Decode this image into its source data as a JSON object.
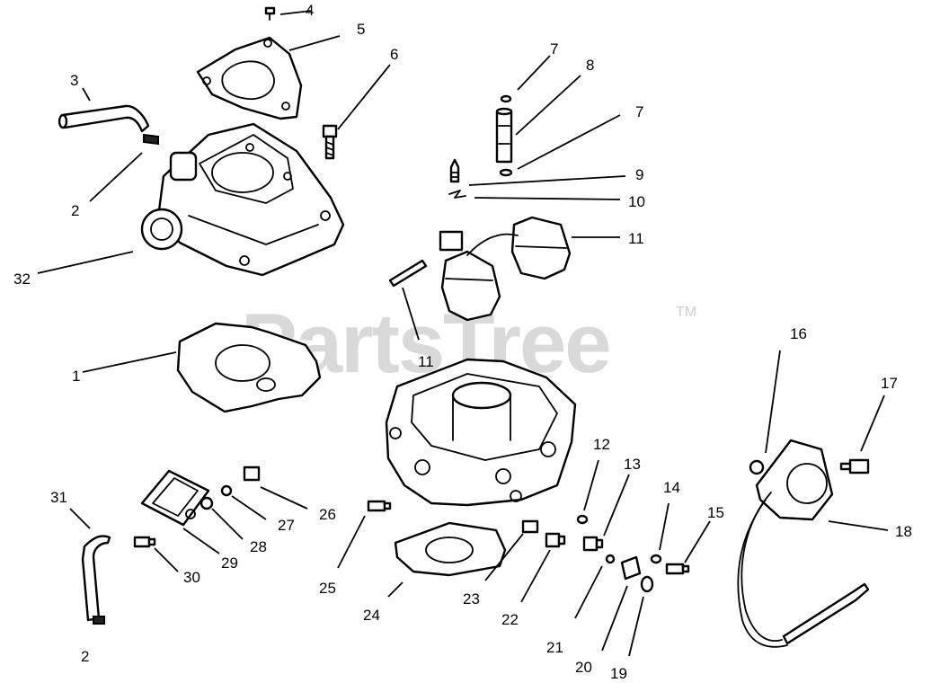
{
  "watermark": {
    "text": "PartsTree",
    "trademark": "TM"
  },
  "callouts": {
    "c1": "1",
    "c2a": "2",
    "c2b": "2",
    "c3": "3",
    "c4": "4",
    "c5": "5",
    "c6": "6",
    "c7a": "7",
    "c7b": "7",
    "c8": "8",
    "c9": "9",
    "c10": "10",
    "c11a": "11",
    "c11b": "11",
    "c12": "12",
    "c13": "13",
    "c14": "14",
    "c15": "15",
    "c16": "16",
    "c17": "17",
    "c18": "18",
    "c19": "19",
    "c20": "20",
    "c21": "21",
    "c22": "22",
    "c23": "23",
    "c24": "24",
    "c25": "25",
    "c26": "26",
    "c27": "27",
    "c28": "28",
    "c29": "29",
    "c30": "30",
    "c31": "31",
    "c32": "32"
  }
}
